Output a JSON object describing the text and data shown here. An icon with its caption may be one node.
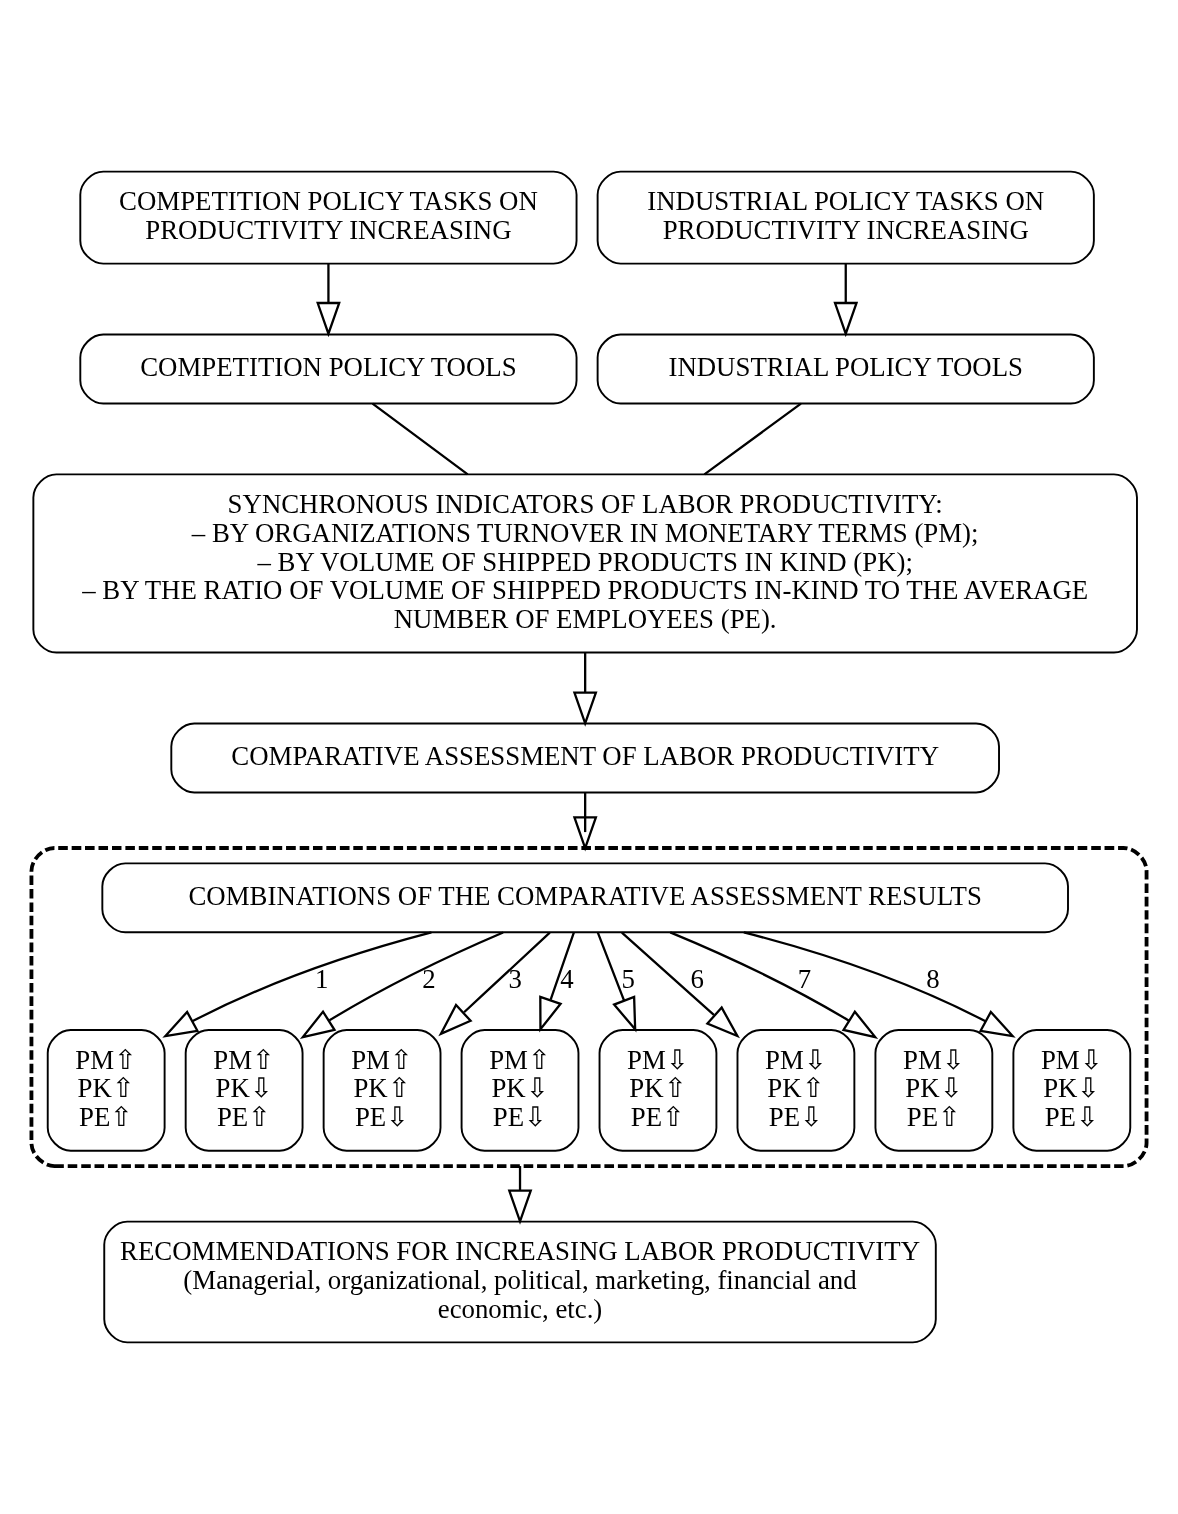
{
  "diagram": {
    "nodes": [
      {
        "text": [
          "COMPETITION POLICY TASKS ON PRODUCTIVITY INCREASING"
        ]
      },
      {
        "text": [
          "INDUSTRIAL POLICY TASKS ON PRODUCTIVITY INCREASING"
        ]
      },
      {
        "text": [
          "COMPETITION POLICY TOOLS"
        ]
      },
      {
        "text": [
          "INDUSTRIAL POLICY TOOLS"
        ]
      },
      {
        "text": [
          "SYNCHRONOUS INDICATORS OF LABOR PRODUCTIVITY:",
          "– BY ORGANIZATIONS TURNOVER IN MONETARY TERMS (PM);",
          "– BY VOLUME OF SHIPPED PRODUCTS IN KIND (PK);",
          "– BY THE RATIO OF VOLUME OF SHIPPED PRODUCTS IN-KIND TO THE AVERAGE NUMBER OF EMPLOYEES (PE)."
        ]
      },
      {
        "text": [
          "COMPARATIVE ASSESSMENT OF LABOR PRODUCTIVITY"
        ]
      },
      {
        "text": [],
        "shape": "box"
      },
      {
        "text": [
          "COMBINATIONS OF THE COMPARATIVE ASSESSMENT RESULTS"
        ],
        "in": 6
      },
      {
        "text": [
          "PM⇧",
          "PK⇧",
          "PE⇧"
        ],
        "in": 6
      },
      {
        "text": [
          "PM⇧",
          "PK⇩",
          "PE⇧"
        ],
        "in": 6
      },
      {
        "text": [
          "PM⇧",
          "PK⇧",
          "PE⇩"
        ],
        "in": 6
      },
      {
        "text": [
          "PM⇧",
          "PK⇩",
          "PE⇩"
        ],
        "in": 6
      },
      {
        "text": [
          "PM⇩",
          "PK⇧",
          "PE⇧"
        ],
        "in": 6
      },
      {
        "text": [
          "PM⇩",
          "PK⇧",
          "PE⇩"
        ],
        "in": 6
      },
      {
        "text": [
          "PM⇩",
          "PK⇩",
          "PE⇧"
        ],
        "in": 6
      },
      {
        "text": [
          "PM⇩",
          "PK⇩",
          "PE⇩"
        ],
        "in": 6
      },
      {
        "text": [
          "RECOMMENDATIONS FOR INCREASING LABOR PRODUCTIVITY",
          "(Managerial, organizational, political, marketing, financial and economic, etc.)"
        ]
      }
    ],
    "edges": [
      {
        "from": 0,
        "to": 2,
        "arrow": "to"
      },
      {
        "from": 1,
        "to": 3,
        "arrow": "to"
      },
      {
        "from": 2,
        "to": 4,
        "arrow": "none"
      },
      {
        "from": 3,
        "to": 4,
        "arrow": "none"
      },
      {
        "from": 4,
        "to": 5,
        "arrow": "to"
      },
      {
        "from": 5,
        "to": 6,
        "arrow": "to"
      },
      {
        "from": 7,
        "to": 8,
        "arrow": "to",
        "label": "1"
      },
      {
        "from": 7,
        "to": 9,
        "arrow": "to",
        "label": "2"
      },
      {
        "from": 7,
        "to": 10,
        "arrow": "to",
        "label": "3"
      },
      {
        "from": 7,
        "to": 11,
        "arrow": "to",
        "label": "4"
      },
      {
        "from": 7,
        "to": 12,
        "arrow": "to",
        "label": "5"
      },
      {
        "from": 7,
        "to": 13,
        "arrow": "to",
        "label": "6"
      },
      {
        "from": 7,
        "to": 14,
        "arrow": "to",
        "label": "7"
      },
      {
        "from": 7,
        "to": 15,
        "arrow": "to",
        "label": "8"
      },
      {
        "from": 6,
        "to": 16,
        "arrow": "to"
      }
    ]
  }
}
